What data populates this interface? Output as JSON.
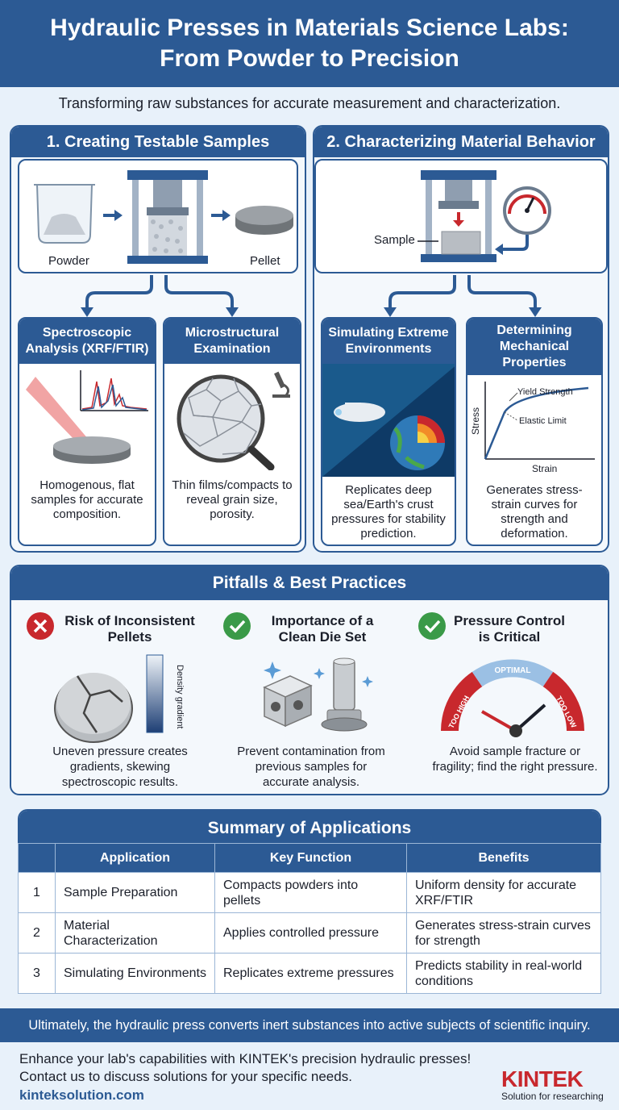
{
  "header": {
    "title_line1": "Hydraulic Presses in Materials Science Labs:",
    "title_line2": "From Powder to Precision",
    "subtitle": "Transforming raw substances for accurate measurement and characterization."
  },
  "section1": {
    "title": "1. Creating Testable Samples",
    "powder_label": "Powder",
    "pellet_label": "Pellet",
    "cards": [
      {
        "title": "Spectroscopic Analysis (XRF/FTIR)",
        "text": "Homogenous, flat samples for accurate composition."
      },
      {
        "title": "Microstructural Examination",
        "text": "Thin films/compacts to reveal grain size, porosity."
      }
    ]
  },
  "section2": {
    "title": "2. Characterizing Material Behavior",
    "sample_label": "Sample",
    "cards": [
      {
        "title": "Simulating Extreme Environments",
        "text": "Replicates deep sea/Earth's crust pressures for stability prediction."
      },
      {
        "title": "Determining Mechanical Properties",
        "text": "Generates stress-strain curves for strength and deformation."
      }
    ],
    "chart": {
      "xlabel": "Strain",
      "ylabel": "Stress",
      "annotation_yield": "Yield Strength",
      "annotation_elastic": "Elastic Limit"
    }
  },
  "pitfalls": {
    "title": "Pitfalls & Best Practices",
    "items": [
      {
        "title_line1": "Risk of Inconsistent",
        "title_line2": "Pellets",
        "text": "Uneven pressure creates gradients, skewing spectroscopic results.",
        "icon": "x-circle-icon",
        "gradient_label": "Density gradient"
      },
      {
        "title_line1": "Importance of a",
        "title_line2": "Clean Die Set",
        "text": "Prevent contamination from previous samples for accurate analysis.",
        "icon": "check-circle-icon"
      },
      {
        "title_line1": "Pressure Control",
        "title_line2": "is Critical",
        "text": "Avoid sample fracture or fragility; find the right pressure.",
        "icon": "check-circle-icon",
        "gauge_labels": [
          "TOO HIGH",
          "OPTIMAL",
          "TOO LOW"
        ]
      }
    ]
  },
  "summary": {
    "title": "Summary of Applications",
    "headers": [
      "",
      "Application",
      "Key Function",
      "Benefits"
    ],
    "rows": [
      [
        "1",
        "Sample Preparation",
        "Compacts powders into pellets",
        "Uniform density for accurate XRF/FTIR"
      ],
      [
        "2",
        "Material Characterization",
        "Applies controlled pressure",
        "Generates stress-strain curves for strength"
      ],
      [
        "3",
        "Simulating Environments",
        "Replicates extreme pressures",
        "Predicts stability in real-world conditions"
      ]
    ]
  },
  "closing": "Ultimately, the hydraulic press converts inert substances into active subjects of scientific inquiry.",
  "footer": {
    "cta_line1": "Enhance your lab's capabilities with KINTEK's precision hydraulic presses!",
    "cta_line2": "Contact us to discuss solutions for your specific needs.",
    "url": "kinteksolution.com",
    "logo": "KINTEK",
    "tagline": "Solution for researching"
  },
  "colors": {
    "primary": "#2c5a94",
    "background": "#e8f1fa",
    "red": "#c8282d",
    "green": "#3a9a48"
  }
}
